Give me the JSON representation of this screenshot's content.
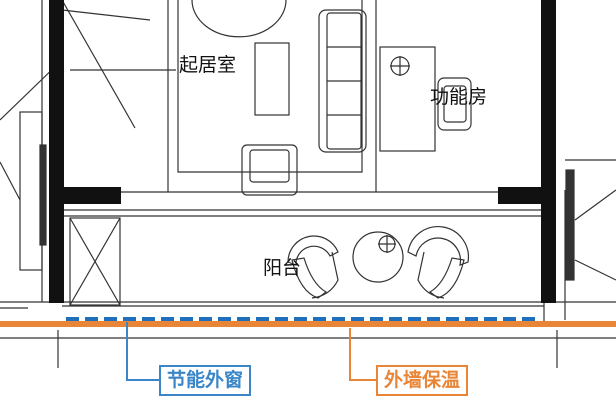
{
  "labels": {
    "living_room": "起居室",
    "function_room": "功能房",
    "balcony": "阳台"
  },
  "callouts": {
    "window": {
      "text": "节能外窗",
      "color": "#3a86c8"
    },
    "insulation": {
      "text": "外墙保温",
      "color": "#e98536"
    }
  },
  "colors": {
    "wall": "#111111",
    "line": "#333333",
    "window_dash": "#1f6fbf",
    "insulation": "#e98536"
  }
}
